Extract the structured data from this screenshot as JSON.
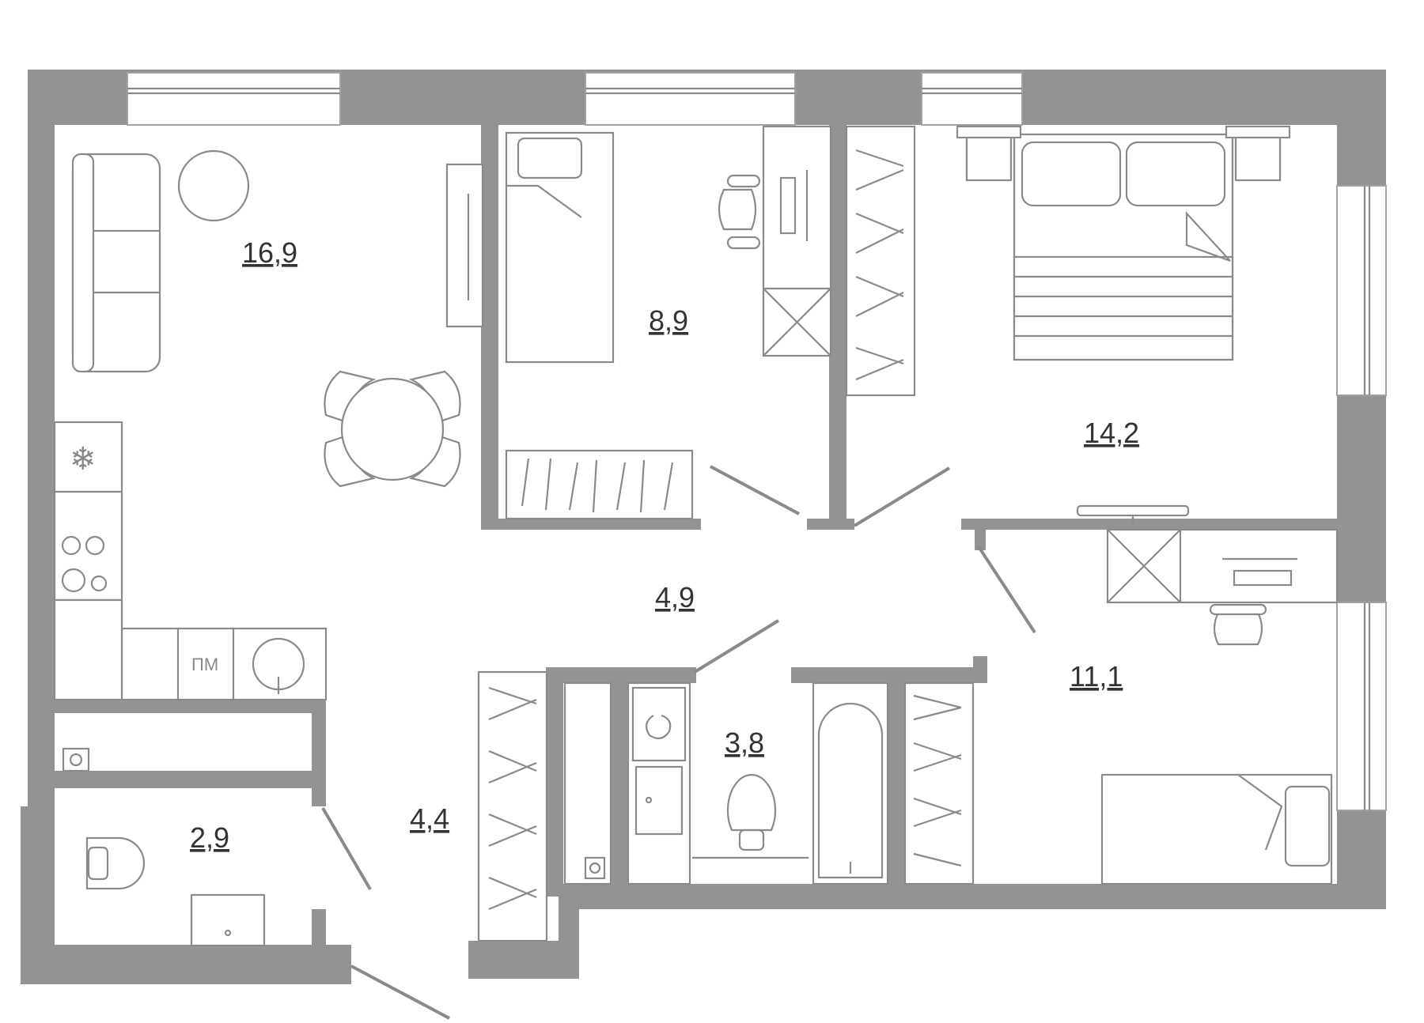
{
  "rooms": [
    {
      "id": "living-kitchen",
      "area": "16,9"
    },
    {
      "id": "bedroom-small",
      "area": "8,9"
    },
    {
      "id": "bedroom-master",
      "area": "14,2"
    },
    {
      "id": "hall",
      "area": "4,9"
    },
    {
      "id": "bedroom-corner",
      "area": "11,1"
    },
    {
      "id": "bathroom",
      "area": "3,8"
    },
    {
      "id": "entrance",
      "area": "4,4"
    },
    {
      "id": "wc",
      "area": "2,9"
    }
  ],
  "appliances": {
    "dishwasher_label": "ПМ"
  },
  "colors": {
    "walls": "#939393",
    "lines": "#8a8a8a",
    "text": "#333333"
  }
}
